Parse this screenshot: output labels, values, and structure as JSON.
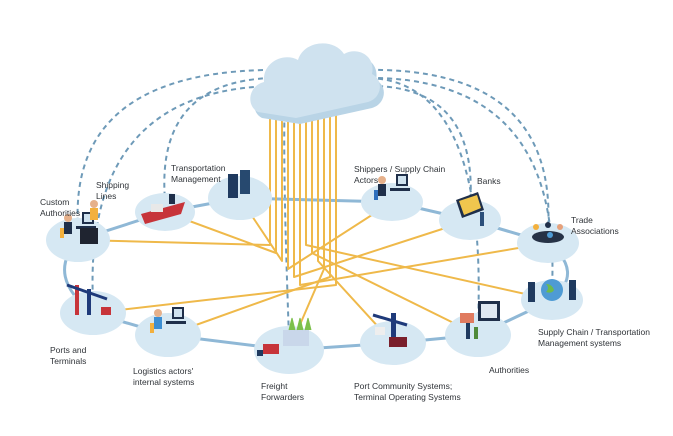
{
  "diagram": {
    "hub": {
      "name": "Cloud platform",
      "icon": "cloud-icon"
    },
    "colors": {
      "cloud": "#cfe2ef",
      "cloud_shade": "#b9d4e6",
      "node_disc": "#d6e8f3",
      "ring_line": "#8fb8d6",
      "data_line": "#efb94a",
      "dashed_line": "#6e9ab8",
      "text": "#2f3338"
    },
    "nodes": [
      {
        "id": "custom-authorities",
        "label": "Custom\nAuthorities",
        "icon": "customs-office-icon"
      },
      {
        "id": "shipping-lines",
        "label": "Shipping\nLines",
        "icon": "cargo-ship-icon"
      },
      {
        "id": "transportation-management",
        "label": "Transportation\nManagement",
        "icon": "server-racks-icon"
      },
      {
        "id": "shippers",
        "label": "Shippers / Supply Chain\nActors",
        "icon": "desk-worker-icon"
      },
      {
        "id": "banks",
        "label": "Banks",
        "icon": "laptop-finance-icon"
      },
      {
        "id": "trade-associations",
        "label": "Trade\nAssociations",
        "icon": "meeting-table-icon"
      },
      {
        "id": "scm-systems",
        "label": "Supply Chain / Transportation\nManagement systems",
        "icon": "globe-servers-icon"
      },
      {
        "id": "authorities",
        "label": "Authorities",
        "icon": "government-screen-icon"
      },
      {
        "id": "port-community",
        "label": "Port Community Systems;\nTerminal Operating Systems",
        "icon": "crane-container-icon"
      },
      {
        "id": "freight-forwarders",
        "label": "Freight\nForwarders",
        "icon": "truck-warehouse-icon"
      },
      {
        "id": "logistics-actors",
        "label": "Logistics actors'\ninternal systems",
        "icon": "office-worker-icon"
      },
      {
        "id": "ports-terminals",
        "label": "Ports and\nTerminals",
        "icon": "port-crane-icon"
      }
    ]
  }
}
